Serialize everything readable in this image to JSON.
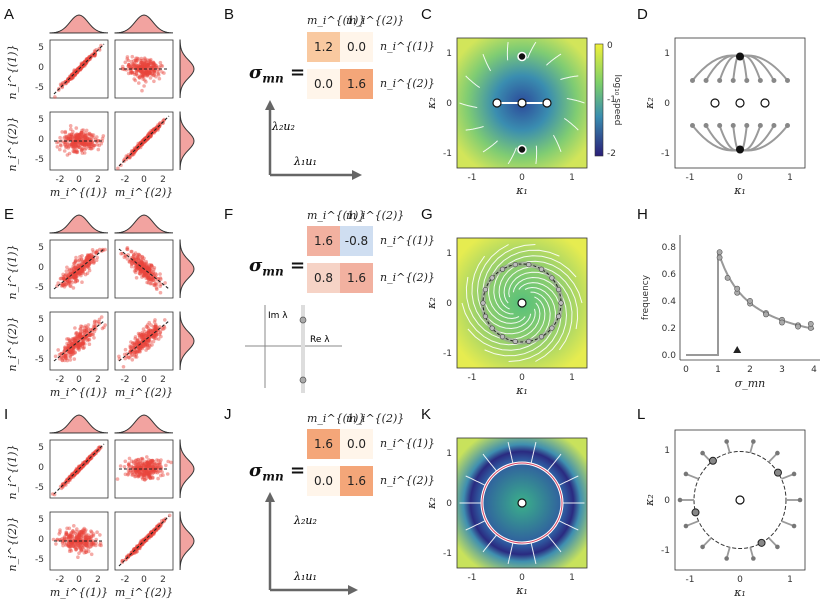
{
  "panel_labels": [
    "A",
    "B",
    "C",
    "D",
    "E",
    "F",
    "G",
    "H",
    "I",
    "J",
    "K",
    "L"
  ],
  "scatter": {
    "n1_label": "n_i^{(1)}",
    "n2_label": "n_i^{(2)}",
    "m1_label": "m_i^{(1)}",
    "m2_label": "m_i^{(2)}",
    "y_ticks": [
      "5",
      "0",
      "-5"
    ],
    "x_ticks": [
      "-2",
      "0",
      "2"
    ]
  },
  "matrix": {
    "sigma_label": "σ",
    "sigma_sub": "mn",
    "col_labels": [
      "m_i^{(1)}",
      "m_i^{(2)}"
    ],
    "row_labels": [
      "n_i^{(1)}",
      "n_i^{(2)}"
    ],
    "B": [
      [
        "1.2",
        "0.0"
      ],
      [
        "0.0",
        "1.6"
      ]
    ],
    "F": [
      [
        "1.6",
        "-0.8"
      ],
      [
        "0.8",
        "1.6"
      ]
    ],
    "J": [
      [
        "1.6",
        "0.0"
      ],
      [
        "0.0",
        "1.6"
      ]
    ],
    "colors": {
      "1.2": "#f9c9a0",
      "1.6": "#f4a679",
      "0.0": "#fff5ea",
      "-0.8": "#cfdef1",
      "0.8": "#f6d3c6",
      "F1.6": "#f2b1a0"
    }
  },
  "eig": {
    "lam1": "λ₁u₁",
    "lam2": "λ₂u₂",
    "im": "Im λ",
    "re": "Re λ"
  },
  "flow": {
    "x_label": "κ₁",
    "y_label": "κ₂",
    "x_ticks": [
      "-1",
      "0",
      "1"
    ],
    "y_ticks": [
      "1",
      "0",
      "-1"
    ],
    "cbar_label": "log₁₀ speed",
    "cbar_ticks": [
      "0",
      "-1",
      "-2"
    ]
  },
  "H": {
    "x_label": "σ_mn",
    "y_label": "frequency",
    "x_ticks": [
      "0",
      "1",
      "2",
      "3",
      "4"
    ],
    "y_ticks": [
      "0.8",
      "0.6",
      "0.4",
      "0.2",
      "0.0"
    ]
  }
}
